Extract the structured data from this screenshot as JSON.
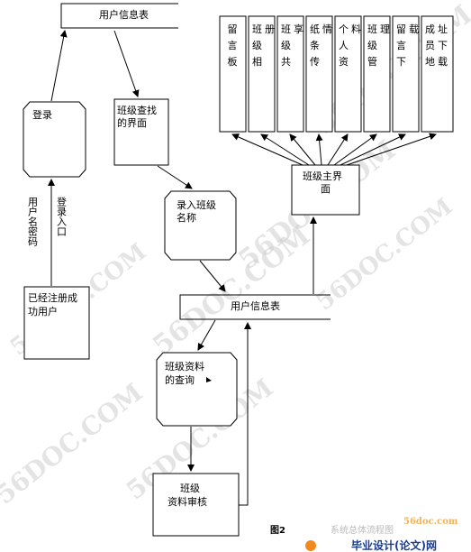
{
  "nodes": {
    "user_table_top": "用户信息表",
    "login": "登录",
    "class_search": [
      "班级查找",
      "的界面"
    ],
    "input_class": [
      "录入班级",
      "名称"
    ],
    "registered_user": [
      "已经注册成",
      "功用户"
    ],
    "class_main": [
      "班级主界",
      "面"
    ],
    "user_table_mid": "用户信息表",
    "class_query": [
      "班级资料",
      "的查询"
    ],
    "class_review": [
      "班级",
      "资料审核"
    ]
  },
  "modules": [
    "留言板",
    "班级相册",
    "班级共享",
    "纸条传情",
    "个人资料",
    "班级管理",
    "留言下载",
    "成员地址下载"
  ],
  "edge_labels": {
    "name_password": "用户名密码",
    "login_entry": "登录入口"
  },
  "caption": {
    "figure": "图2",
    "faint": "系统总体流程图",
    "logo_text": "毕业设计(论文)网"
  },
  "watermarks": [
    "56DOC.COM",
    "56DOC.COM",
    "56DOC.COM",
    "56DOC.COM",
    "56DOC.COM",
    "56DOC.COM",
    "56DOC.COM",
    "56doc.com"
  ]
}
